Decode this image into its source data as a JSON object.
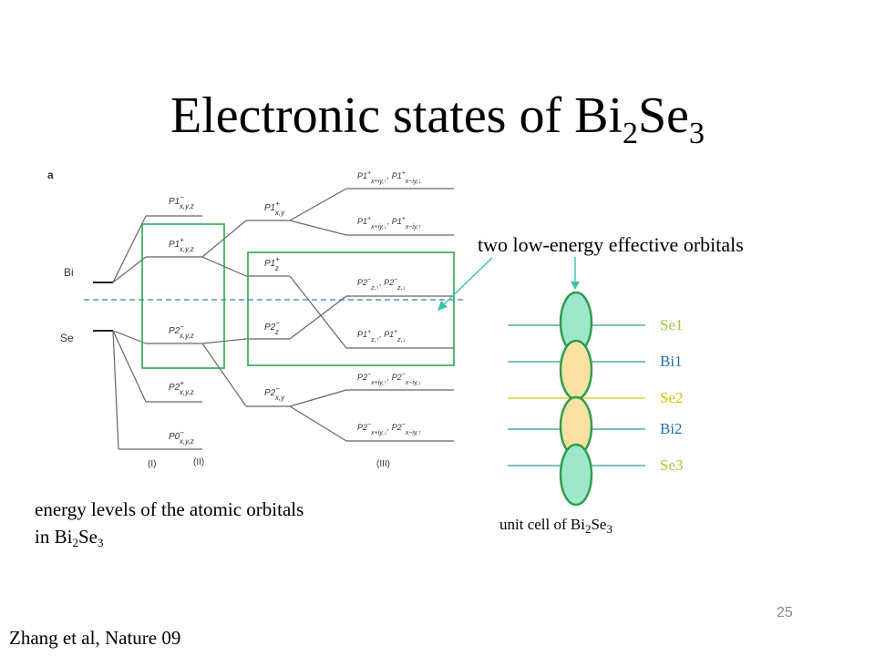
{
  "title": {
    "main": "Electronic states of Bi",
    "sub1": "2",
    "mid": "Se",
    "sub2": "3"
  },
  "panel_label": "a",
  "atoms": {
    "bi": "Bi",
    "se": "Se"
  },
  "columns": {
    "c1": "(I)",
    "c2": "(II)",
    "c3": "(III)"
  },
  "levels": {
    "p1m_xyz": {
      "base": "P1",
      "sup": "−",
      "sub": "x,y,z"
    },
    "p1p_xyz": {
      "base": "P1",
      "sup": "+",
      "sub": "x,y,z"
    },
    "p2m_xyz": {
      "base": "P2",
      "sup": "−",
      "sub": "x,y,z"
    },
    "p2p_xyz": {
      "base": "P2",
      "sup": "+",
      "sub": "x,y,z"
    },
    "p0m_xyz": {
      "base": "P0",
      "sup": "−",
      "sub": "x,y,z"
    },
    "p1p_xy": {
      "base": "P1",
      "sup": "+",
      "sub": "x,y"
    },
    "p1p_z": {
      "base": "P1",
      "sup": "+",
      "sub": "z"
    },
    "p2m_z": {
      "base": "P2",
      "sup": "−",
      "sub": "z"
    },
    "p2m_xy": {
      "base": "P2",
      "sup": "−",
      "sub": "x,y"
    },
    "r1": {
      "a_sub": "x+iy,↑",
      "b_sub": "x−iy,↓"
    },
    "r2": {
      "a_sub": "x+iy,↓",
      "b_sub": "x−iy,↑"
    },
    "r3": {
      "a_sub": "z,↑",
      "b_sub": "z,↓"
    },
    "r4": {
      "a_sub": "z,↑",
      "b_sub": "z,↓"
    },
    "r5": {
      "a_sub": "x+iy,↑",
      "b_sub": "x−iy,↓"
    },
    "r6": {
      "a_sub": "x+iy,↓",
      "b_sub": "x−iy,↑"
    }
  },
  "callout": "two low-energy effective orbitals",
  "layers": [
    {
      "label": "Se1",
      "color": "#9acd32"
    },
    {
      "label": "Bi1",
      "color": "#1f6fb2"
    },
    {
      "label": "Se2",
      "color": "#e6b800"
    },
    {
      "label": "Bi2",
      "color": "#1f6fb2"
    },
    {
      "label": "Se3",
      "color": "#9acd32"
    }
  ],
  "colors": {
    "green_box": "#2aa84a",
    "orbital_green": "#9ee6cc",
    "orbital_yellow": "#fbe0a3",
    "orbital_stroke": "#2e9e4a",
    "dashed": "#3a7cc0",
    "arrow": "#3cc3b0",
    "se_line": "#2a9d8f",
    "se2_line": "#e6c200"
  },
  "caption_left": {
    "line1": "energy levels of the atomic orbitals",
    "line2_pre": "in Bi",
    "line2_s1": "2",
    "line2_mid": "Se",
    "line2_s2": "3"
  },
  "unit_cell_caption": {
    "pre": "unit cell of Bi",
    "s1": "2",
    "mid": "Se",
    "s2": "3"
  },
  "page_number": "25",
  "citation": "Zhang et al, Nature 09"
}
